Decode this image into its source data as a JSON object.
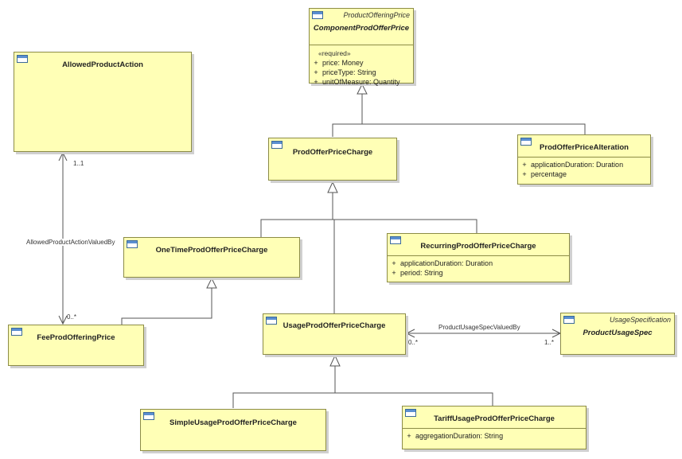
{
  "classes": {
    "component": {
      "stereotype": "ProductOfferingPrice",
      "name": "ComponentProdOfferPrice",
      "required_label": "«required»",
      "attributes": [
        {
          "vis": "+",
          "text": "price: Money"
        },
        {
          "vis": "+",
          "text": "priceType: String"
        },
        {
          "vis": "+",
          "text": "unitOfMeasure: Quantity"
        }
      ]
    },
    "allowed": {
      "name": "AllowedProductAction"
    },
    "charge": {
      "name": "ProdOfferPriceCharge"
    },
    "alteration": {
      "name": "ProdOfferPriceAlteration",
      "attributes": [
        {
          "vis": "+",
          "text": "applicationDuration: Duration"
        },
        {
          "vis": "+",
          "text": "percentage"
        }
      ]
    },
    "onetime": {
      "name": "OneTimeProdOfferPriceCharge"
    },
    "recurring": {
      "name": "RecurringProdOfferPriceCharge",
      "attributes": [
        {
          "vis": "+",
          "text": "applicationDuration: Duration"
        },
        {
          "vis": "+",
          "text": "period: String"
        }
      ]
    },
    "fee": {
      "name": "FeeProdOfferingPrice"
    },
    "usage": {
      "name": "UsageProdOfferPriceCharge"
    },
    "usagespec": {
      "stereotype": "UsageSpecification",
      "name": "ProductUsageSpec"
    },
    "simple": {
      "name": "SimpleUsageProdOfferPriceCharge"
    },
    "tariff": {
      "name": "TariffUsageProdOfferPriceCharge",
      "attributes": [
        {
          "vis": "+",
          "text": "aggregationDuration: String"
        }
      ]
    }
  },
  "associations": {
    "allowed_fee": {
      "name": "AllowedProductActionValuedBy",
      "mult_top": "1..1",
      "mult_bottom": "0..*"
    },
    "usage_spec": {
      "name": "ProductUsageSpecValuedBy",
      "mult_left": "0..*",
      "mult_right": "1..*"
    }
  }
}
